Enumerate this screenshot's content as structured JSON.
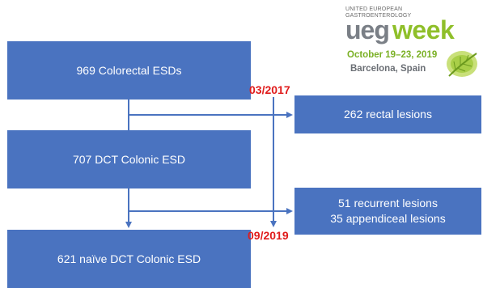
{
  "boxes": {
    "colorectal": "969 Colorectal ESDs",
    "dct": "707 DCT Colonic ESD",
    "naive": "621 naïve DCT Colonic ESD",
    "rectal": "262 rectal lesions",
    "recurrent": "51 recurrent lesions",
    "appendiceal": "35 appendiceal lesions"
  },
  "dates": {
    "start": "03/2017",
    "end": "09/2019"
  },
  "logo": {
    "line1": "UNITED EUROPEAN",
    "line2": "GASTROENTEROLOGY",
    "brand_a": "ueg",
    "brand_b": "week",
    "event_dates": "October 19–23, 2019",
    "location": "Barcelona, Spain"
  },
  "colors": {
    "box": "#4a73c0",
    "arrow": "#4a73c0",
    "date_text": "#e01b1b",
    "logo_green": "#8fbf2a",
    "logo_grey": "#7a7f86"
  }
}
